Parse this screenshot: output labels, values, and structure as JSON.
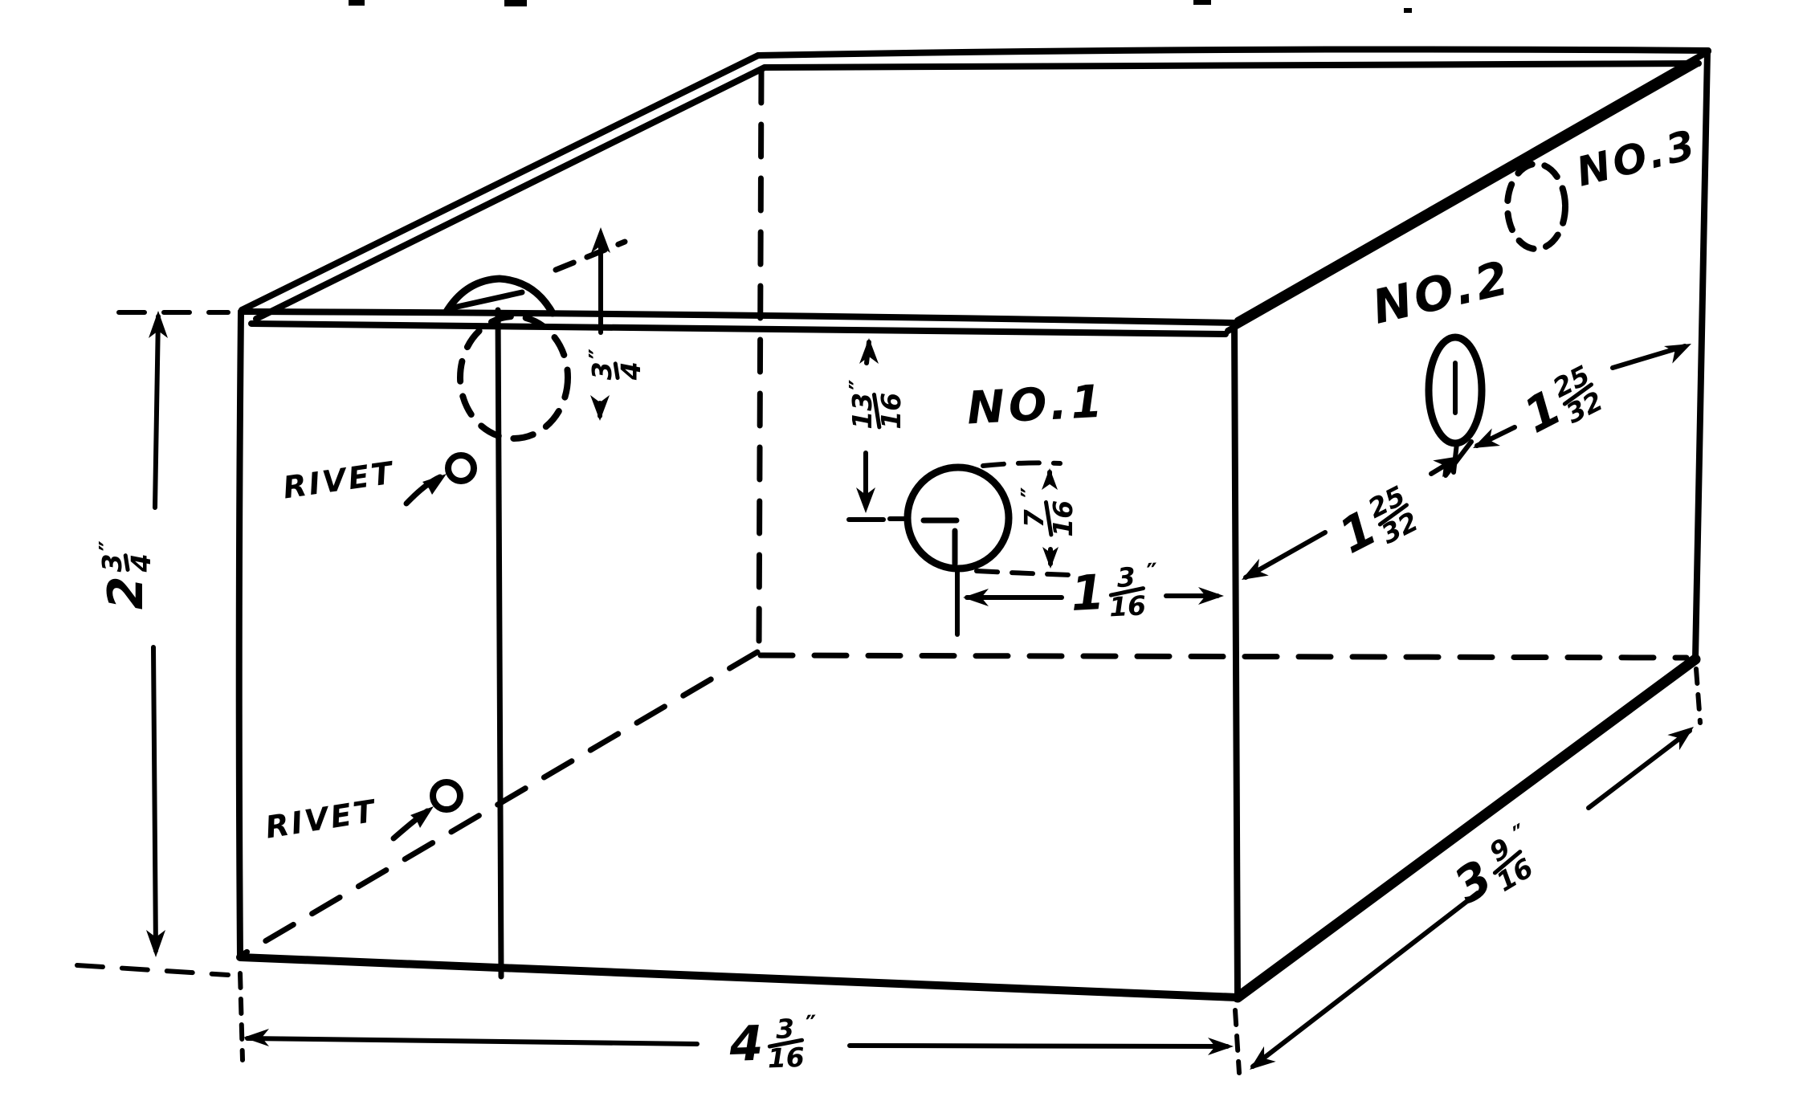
{
  "colors": {
    "ink": "#000000",
    "paper": "#ffffff"
  },
  "labels": {
    "rivet_top": "RIVET",
    "rivet_bottom": "RIVET",
    "hole1": "NO.1",
    "hole2": "NO.2",
    "hole3": "NO.3"
  },
  "dims": {
    "seam_lap": {
      "num": "3",
      "den": "4",
      "unit": "″"
    },
    "hole1_from_top": {
      "num": "13",
      "den": "16",
      "unit": "″"
    },
    "hole1_drop": {
      "num": "7",
      "den": "16",
      "unit": "″"
    },
    "hole1_from_edge": {
      "whole": "1",
      "num": "3",
      "den": "16",
      "unit": "″"
    },
    "hole2_from_front": {
      "whole": "1",
      "num": "25",
      "den": "32",
      "unit": ""
    },
    "hole3_from_hole2": {
      "whole": "1",
      "num": "25",
      "den": "32",
      "unit": ""
    },
    "box_height": {
      "whole": "2",
      "num": "3",
      "den": "4",
      "unit": "″"
    },
    "box_width": {
      "whole": "4",
      "num": "3",
      "den": "16",
      "unit": "″"
    },
    "box_depth": {
      "whole": "3",
      "num": "9",
      "den": "16",
      "unit": "″"
    }
  }
}
